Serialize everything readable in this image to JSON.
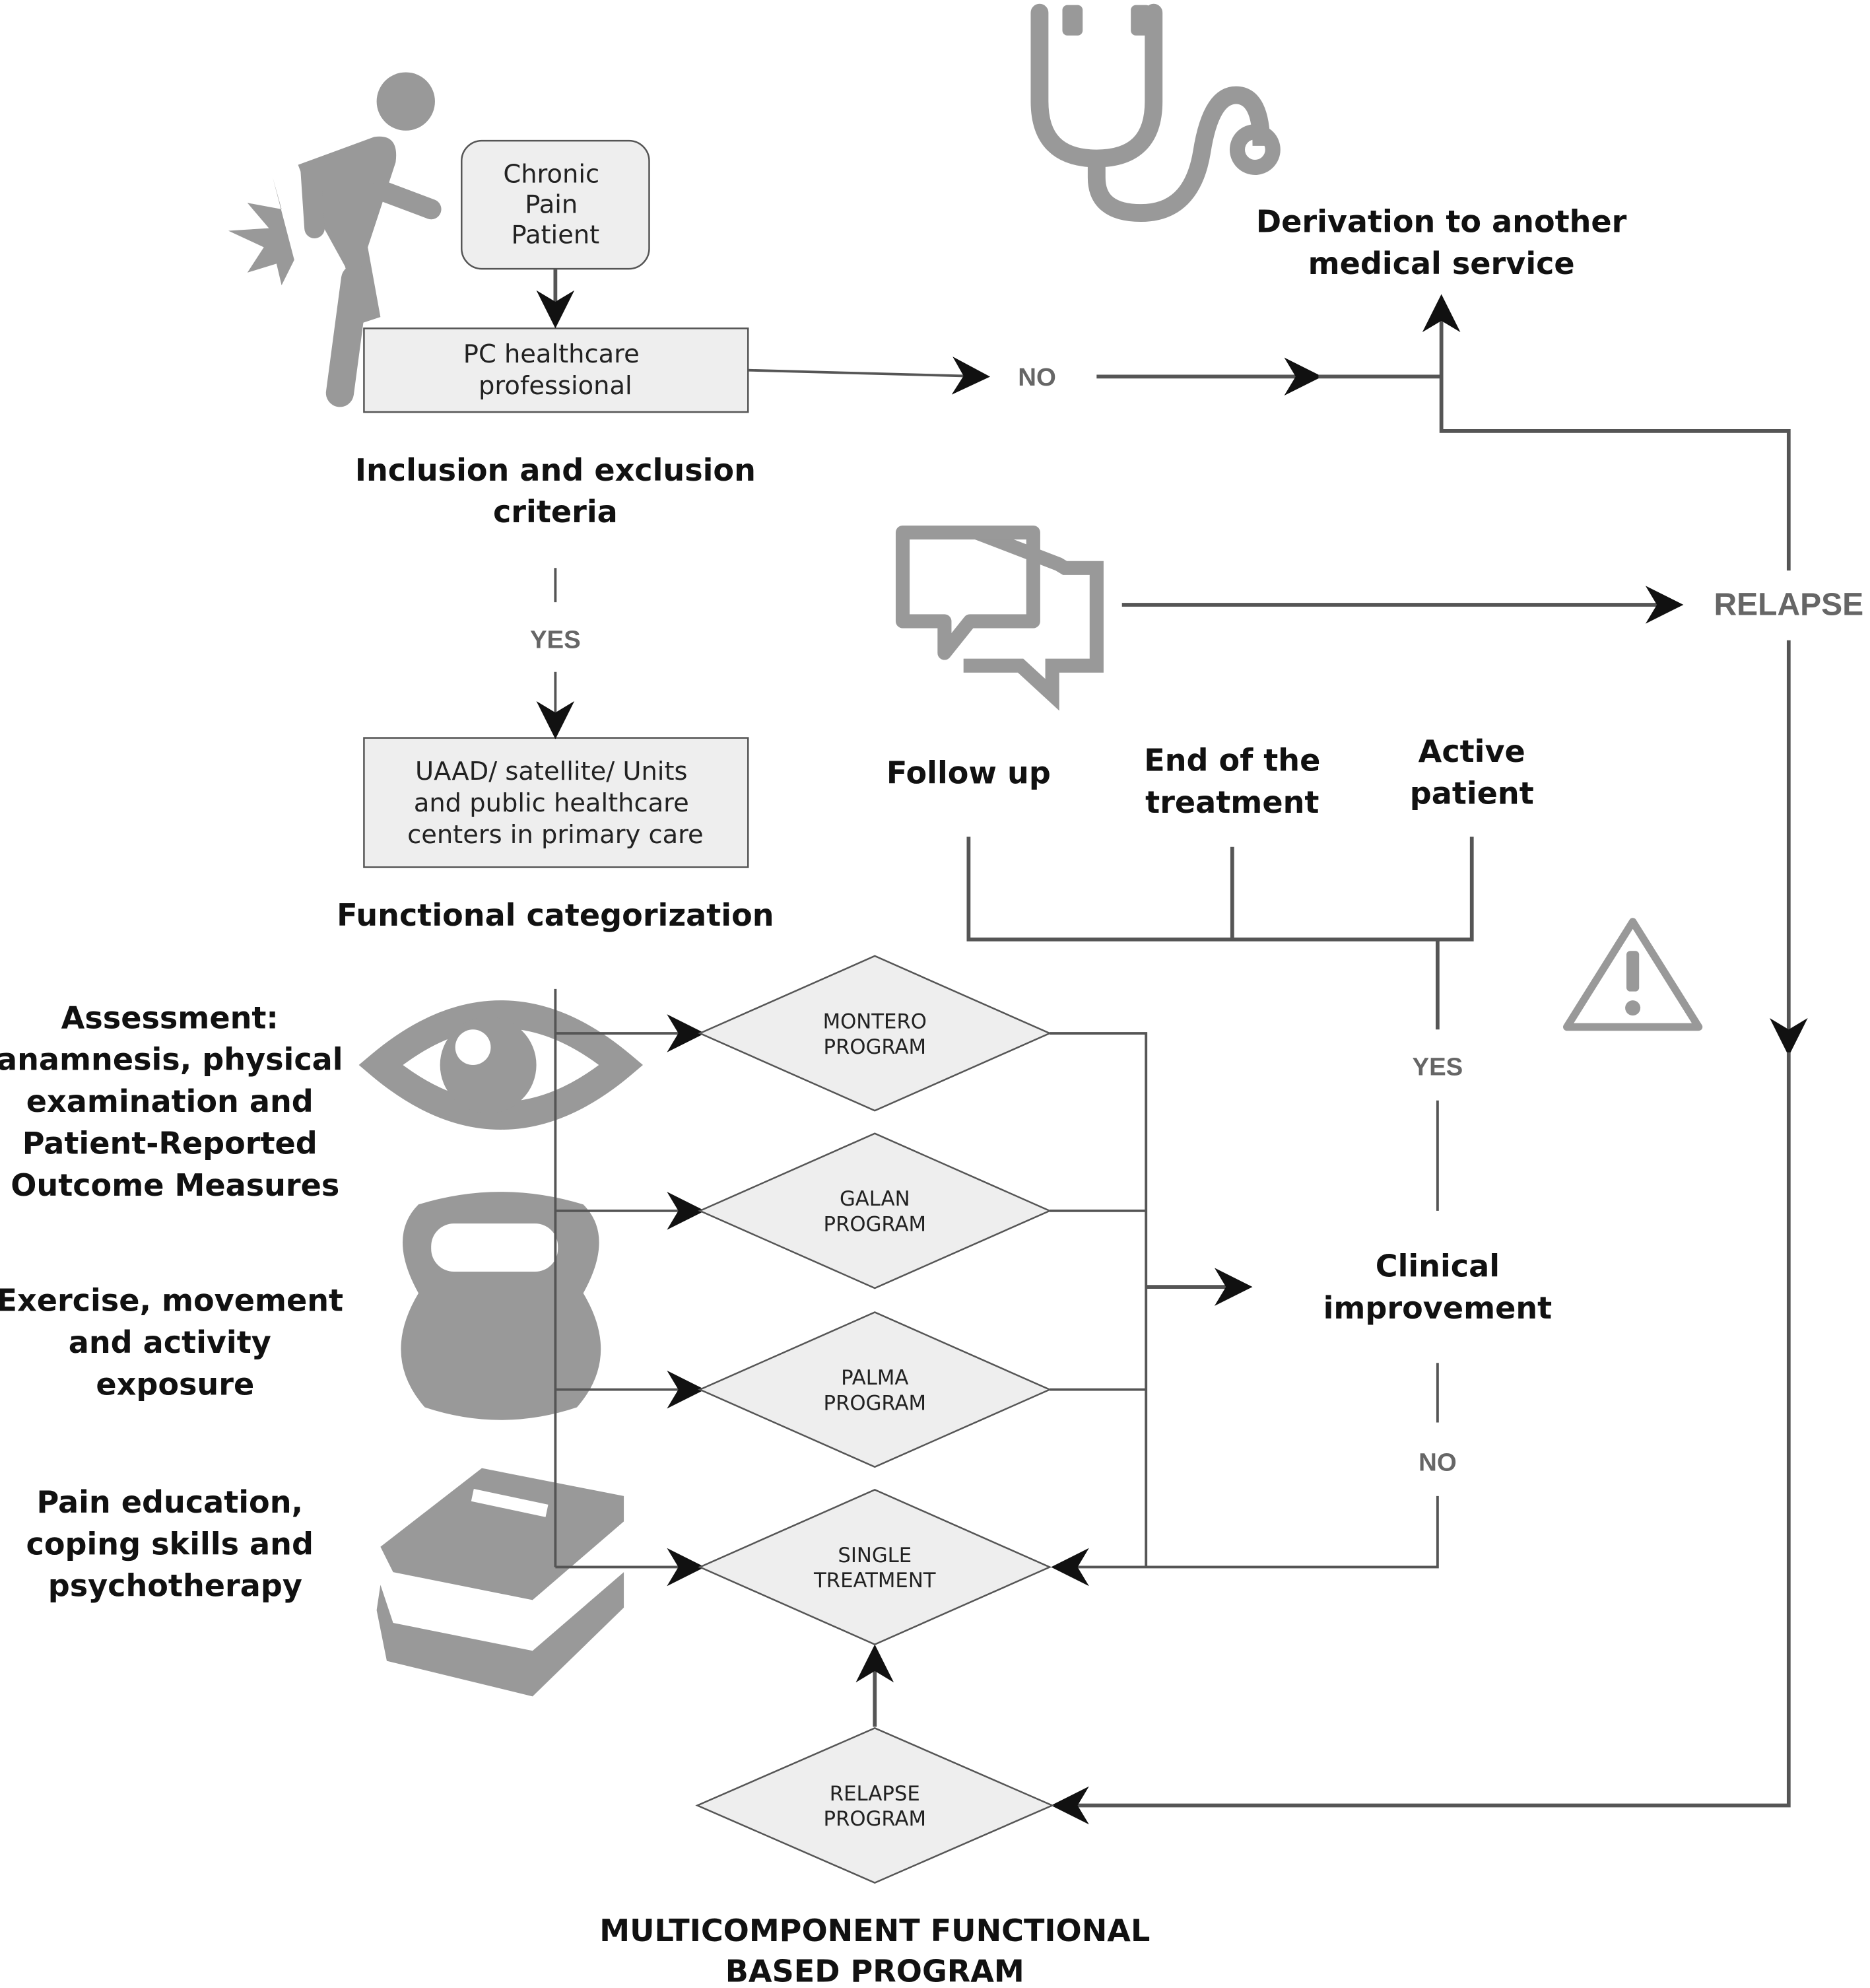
{
  "colors": {
    "icon_gray": "#999999",
    "box_fill": "#eeeeee",
    "line": "#555555",
    "text": "#111111"
  },
  "icons": [
    "person-back-pain-icon",
    "stethoscope-icon",
    "chat-bubbles-icon",
    "warning-icon",
    "eye-icon",
    "kettlebell-icon",
    "books-icon"
  ],
  "boxes": {
    "chronic_pain": [
      "Chronic",
      "Pain",
      "Patient"
    ],
    "pc_professional": [
      "PC healthcare",
      "professional"
    ],
    "uaad": [
      "UAAD/ satellite/ Units",
      "and public healthcare",
      "centers in primary care"
    ]
  },
  "headings": {
    "inclusion": [
      "Inclusion and exclusion",
      "criteria"
    ],
    "functional": "Functional categorization",
    "derivation": [
      "Derivation to another",
      "medical service"
    ],
    "follow_up": "Follow up",
    "end_treatment": [
      "End of the",
      "treatment"
    ],
    "active_patient": [
      "Active",
      "patient"
    ],
    "clinical": [
      "Clinical",
      "improvement"
    ],
    "multicomponent": [
      "MULTICOMPONENT FUNCTIONAL",
      "BASED PROGRAM"
    ]
  },
  "labels": {
    "no_top": "NO",
    "yes_left": "YES",
    "relapse": "RELAPSE",
    "yes_right": "YES",
    "no_right": "NO"
  },
  "diamonds": {
    "montero": [
      "MONTERO",
      "PROGRAM"
    ],
    "galan": [
      "GALAN",
      "PROGRAM"
    ],
    "palma": [
      "PALMA",
      "PROGRAM"
    ],
    "single": [
      "SINGLE",
      "TREATMENT"
    ],
    "relapse": [
      "RELAPSE",
      "PROGRAM"
    ]
  },
  "components": {
    "assessment": [
      "Assessment:",
      "anamnesis, physical",
      "examination and",
      "Patient-Reported",
      "Outcome Measures"
    ],
    "exercise": [
      "Exercise, movement",
      "and activity",
      "exposure"
    ],
    "education": [
      "Pain education,",
      "coping skills and",
      "psychotherapy"
    ]
  }
}
